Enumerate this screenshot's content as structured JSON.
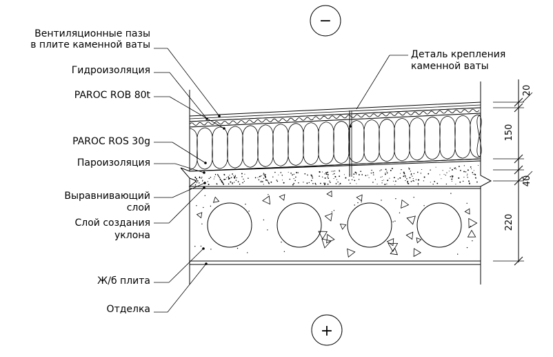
{
  "signs": {
    "top": "−",
    "bottom": "+"
  },
  "labels": {
    "ventilation_line1": "Вентиляционные пазы",
    "ventilation_line2": "в плите каменной ваты",
    "waterproofing": "Гидроизоляция",
    "rob": "PAROC ROB 80t",
    "ros": "PAROC ROS 30g",
    "vapor": "Пароизоляция",
    "leveling_line1": "Выравнивающий",
    "leveling_line2": "слой",
    "slope_line1": "Слой создания",
    "slope_line2": "уклона",
    "slab": "Ж/б плита",
    "finish": "Отделка",
    "fastening_line1": "Деталь крепления",
    "fastening_line2": "каменной ваты"
  },
  "dimensions": {
    "d20": "20",
    "d150": "150",
    "d40": "40",
    "d220": "220"
  }
}
